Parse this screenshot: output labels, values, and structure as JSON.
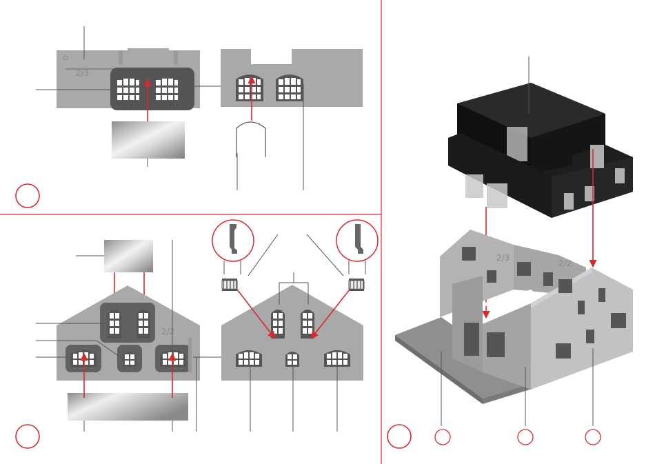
{
  "colors": {
    "divider": "#d62a2e",
    "accent": "#d62a2e",
    "part_gray": "#a9a9a9",
    "frame_dark": "#555555",
    "window_white": "#ffffff",
    "leader_line": "#555555",
    "roof_black": "#1e1e1e",
    "tile_gray": "#8f8f8f"
  },
  "wall_numbers": {
    "panel1": "2/3",
    "panel2": "2/2",
    "assembly_a": "2/3",
    "assembly_b": "2/2"
  },
  "step_markers": [
    {
      "id": "step-1",
      "label": ""
    },
    {
      "id": "step-2",
      "label": ""
    },
    {
      "id": "step-3",
      "label": ""
    }
  ],
  "callouts": [
    {
      "id": "callout-1",
      "label": ""
    },
    {
      "id": "callout-2",
      "label": ""
    },
    {
      "id": "callout-3",
      "label": ""
    }
  ],
  "icons": [
    "long-wall-part-icon",
    "window-insert-icon",
    "glazing-foil-icon",
    "gable-wall-part-icon",
    "balcony-railing-icon",
    "roof-module-icon",
    "building-base-icon"
  ]
}
